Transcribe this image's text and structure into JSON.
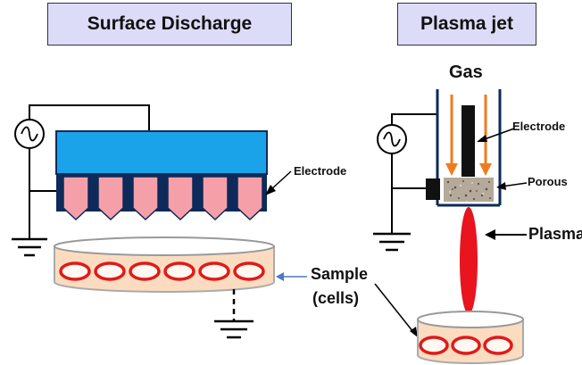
{
  "titles": {
    "surface": "Surface Discharge",
    "jet": "Plasma jet"
  },
  "labels": {
    "electrode_left": "Electrode",
    "gas": "Gas",
    "electrode_right": "Electrode",
    "porous": "Porous",
    "plasma": "Plasma",
    "sample_line1": "Sample",
    "sample_line2": "(cells)"
  },
  "colors": {
    "title_bg": "#dcdcf8",
    "electrode_blue": "#1aa3e8",
    "electrode_tooth": "#f5a0a8",
    "electrode_dark": "#0d2a5a",
    "gas_arrow": "#f07b20",
    "plasma": "#e8141e",
    "cell_border": "#e01a1a",
    "dish_fill": "#fbdcc0"
  }
}
